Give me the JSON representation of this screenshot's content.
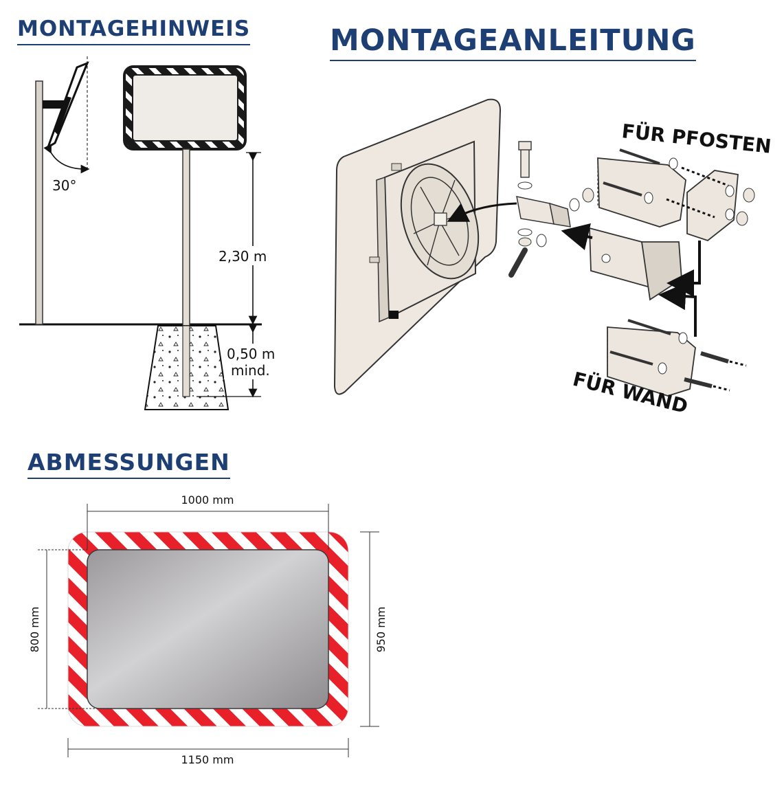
{
  "sections": {
    "hinweis_title": "MONTAGEHINWEIS",
    "anleitung_title": "MONTAGEANLEITUNG",
    "abmessungen_title": "ABMESSUNGEN"
  },
  "hinweis": {
    "angle_label": "30°",
    "height_label": "2,30 m",
    "depth_label": "0,50 m",
    "depth_note": "mind."
  },
  "anleitung": {
    "post_label": "FÜR PFOSTEN",
    "wall_label": "FÜR WAND"
  },
  "abmessungen": {
    "inner_width": "1000 mm",
    "outer_width": "1150 mm",
    "inner_height": "800 mm",
    "outer_height": "950 mm"
  },
  "colors": {
    "heading": "#1e3f73",
    "stripe_red": "#e8202a",
    "stripe_white": "#ffffff",
    "sign_border": "#1a1a1a",
    "mirror_gray": "#b0aeb0"
  }
}
